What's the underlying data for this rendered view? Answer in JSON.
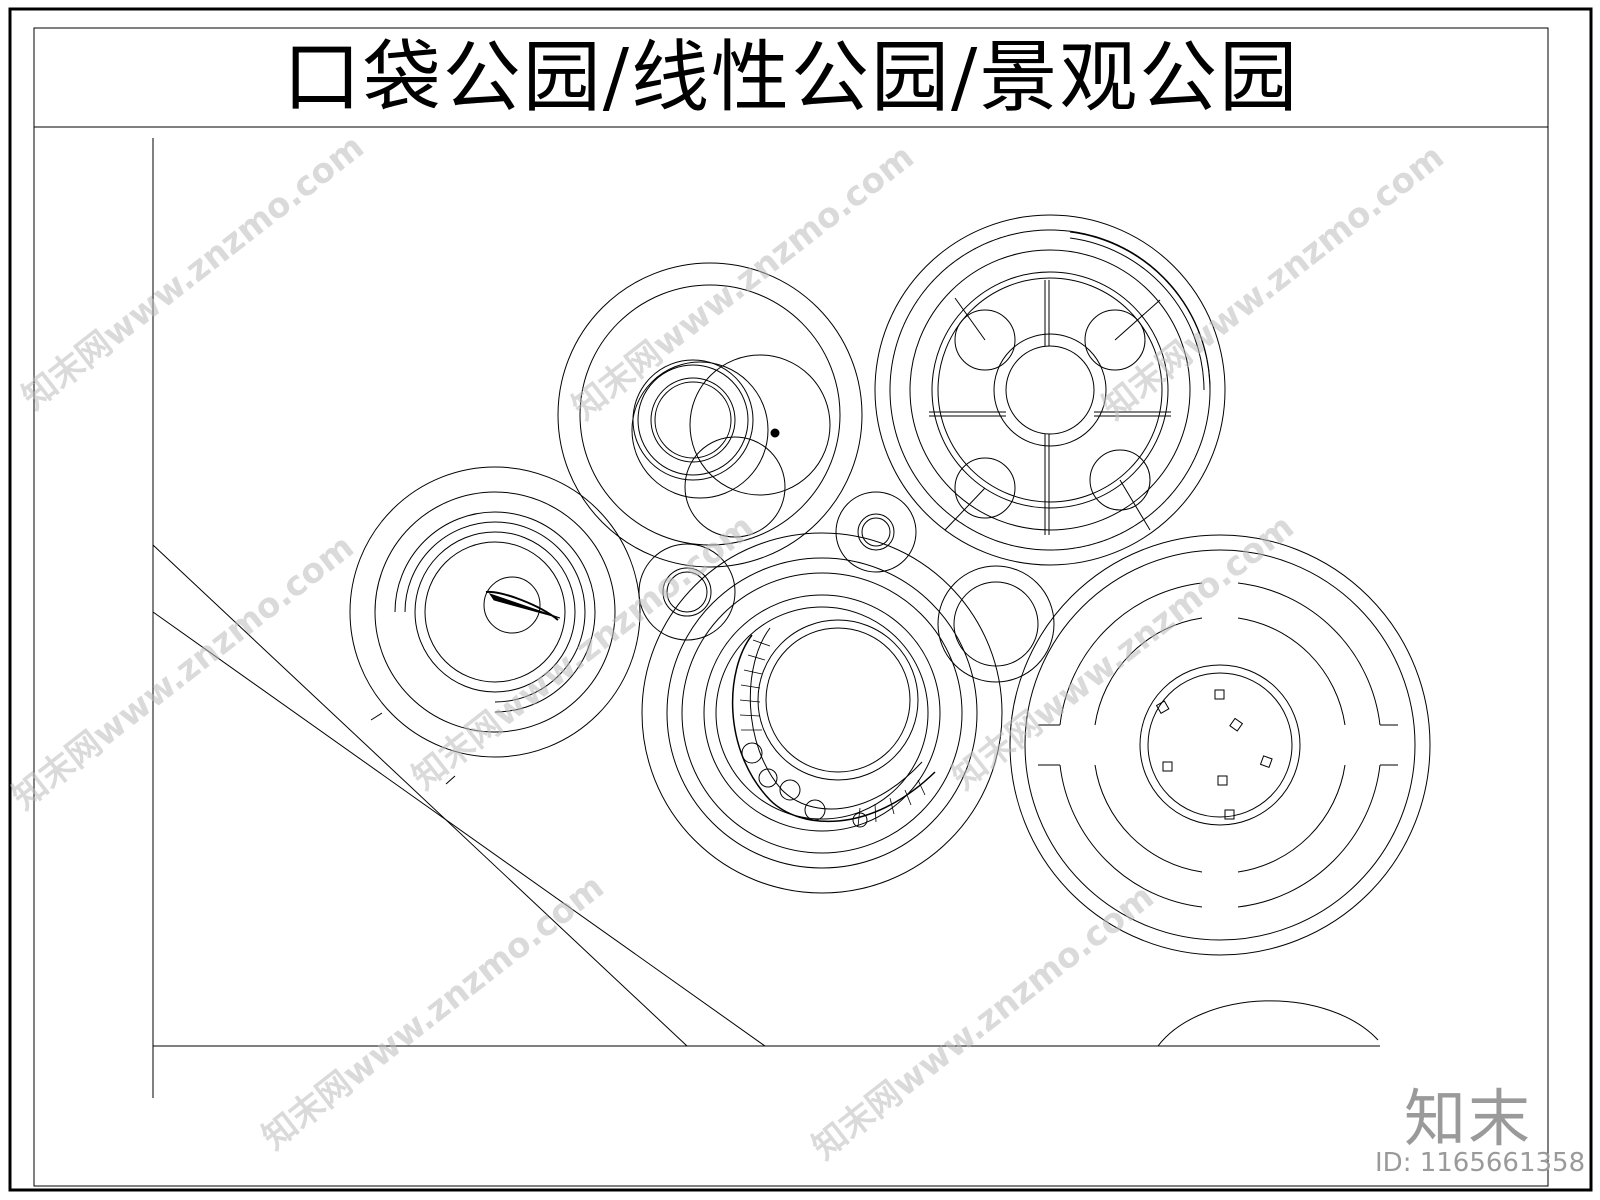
{
  "title": "口袋公园/线性公园/景观公园",
  "watermark": "知末网www.znzmo.com",
  "brand_logo": "知末",
  "id_label": "ID: 1165661358",
  "colors": {
    "line": "#000000",
    "background": "#ffffff",
    "watermark": "#bdbdbd"
  }
}
